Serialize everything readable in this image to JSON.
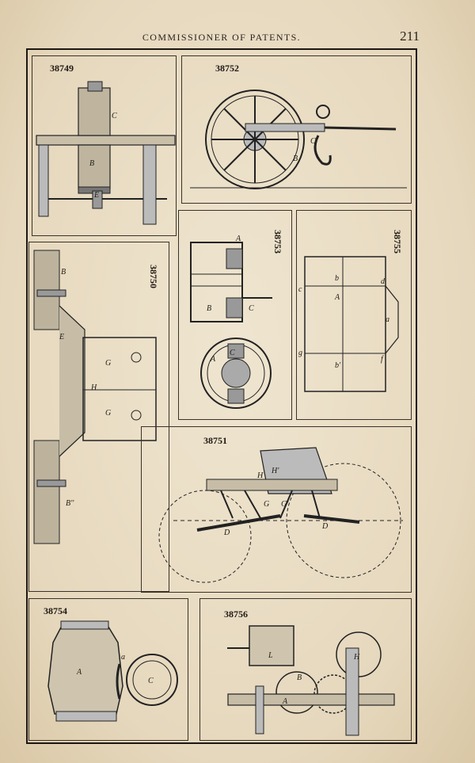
{
  "header": {
    "title": "COMMISSIONER OF PATENTS.",
    "page_number": "211"
  },
  "patents": [
    {
      "id": "p38749",
      "number": "38749",
      "labels": [
        "C",
        "B",
        "E"
      ]
    },
    {
      "id": "p38752",
      "number": "38752",
      "labels": [
        "B",
        "C"
      ]
    },
    {
      "id": "p38753",
      "number": "38753",
      "labels": [
        "A",
        "B",
        "C",
        "C",
        "A"
      ]
    },
    {
      "id": "p38755",
      "number": "38755",
      "labels": [
        "b",
        "d",
        "c",
        "A",
        "a",
        "g",
        "b'",
        "f"
      ]
    },
    {
      "id": "p38750",
      "number": "38750",
      "labels": [
        "B",
        "E",
        "G",
        "H",
        "G",
        "B''"
      ]
    },
    {
      "id": "p38751",
      "number": "38751",
      "labels": [
        "H",
        "H'",
        "G",
        "G'",
        "D",
        "D"
      ]
    },
    {
      "id": "p38754",
      "number": "38754",
      "labels": [
        "A",
        "a",
        "C"
      ]
    },
    {
      "id": "p38756",
      "number": "38756",
      "labels": [
        "L",
        "H",
        "B",
        "A"
      ]
    }
  ]
}
